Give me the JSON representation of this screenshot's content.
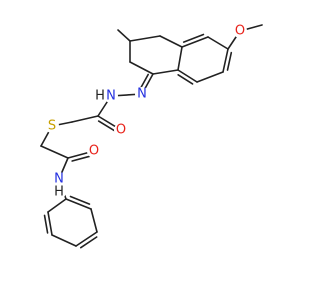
{
  "diagram": {
    "type": "chemical-structure",
    "colors": {
      "bond": "#222222",
      "carbon": "#222222",
      "oxygen": "#e8221a",
      "nitrogen": "#2430e0",
      "sulfur": "#c8a000"
    },
    "atoms": [
      {
        "id": "O_methoxy",
        "element": "O",
        "label": "O"
      },
      {
        "id": "N_imine",
        "element": "N",
        "label": "N"
      },
      {
        "id": "N_hydrazide",
        "element": "N",
        "label": "N"
      },
      {
        "id": "H_hydrazide",
        "element": "H",
        "label": "H"
      },
      {
        "id": "O_hydrazide_carbonyl",
        "element": "O",
        "label": "O"
      },
      {
        "id": "S_thioether",
        "element": "S",
        "label": "S"
      },
      {
        "id": "O_amide_carbonyl",
        "element": "O",
        "label": "O"
      },
      {
        "id": "N_amide",
        "element": "N",
        "label": "N"
      },
      {
        "id": "H_amide",
        "element": "H",
        "label": "H"
      }
    ]
  }
}
